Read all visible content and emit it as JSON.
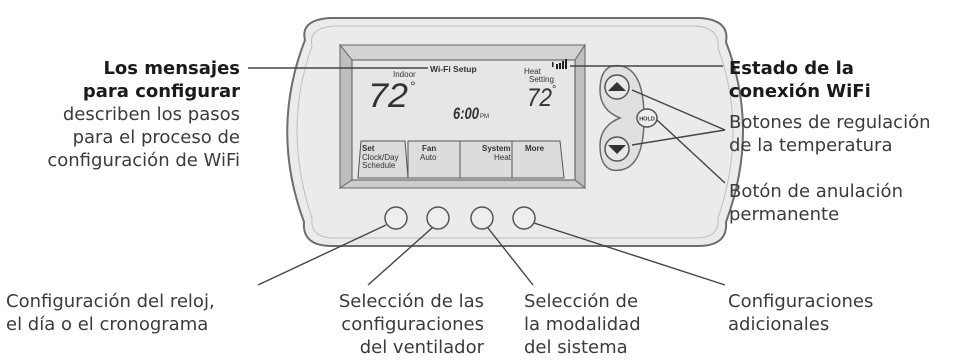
{
  "lcd": {
    "wifi_setup": "Wi-Fi Setup",
    "indoor_label": "Indoor",
    "indoor_temp": "72",
    "degree": "°",
    "time": "6:00",
    "pm": "PM",
    "heat_label": "Heat",
    "setting_label": "Setting",
    "set_temp": "72",
    "softkeys": [
      {
        "title": "Set",
        "sub1": "Clock/Day",
        "sub2": "Schedule"
      },
      {
        "title": "Fan",
        "sub1": "Auto",
        "sub2": ""
      },
      {
        "title": "System",
        "sub1": "Heat",
        "sub2": ""
      },
      {
        "title": "More",
        "sub1": "",
        "sub2": ""
      }
    ]
  },
  "hold_button": "HOLD",
  "callouts": {
    "messages_title_1": "Los mensajes",
    "messages_title_2": "para configurar",
    "messages_desc_1": "describen los pasos",
    "messages_desc_2": "para el proceso de",
    "messages_desc_3": "configuración de WiFi",
    "wifi_status_1": "Estado de la",
    "wifi_status_2": "conexión WiFi",
    "temp_buttons_1": "Botones de regulación",
    "temp_buttons_2": "de la temperatura",
    "hold_1": "Botón de anulación",
    "hold_2": "permanente",
    "clock_1": "Configuración del reloj,",
    "clock_2": "el día o el cronograma",
    "fan_1": "Selección de las",
    "fan_2": "configuraciones",
    "fan_3": "del ventilador",
    "mode_1": "Selección de",
    "mode_2": "la modalidad",
    "mode_3": "del sistema",
    "extra_1": "Configuraciones",
    "extra_2": "adicionales"
  }
}
